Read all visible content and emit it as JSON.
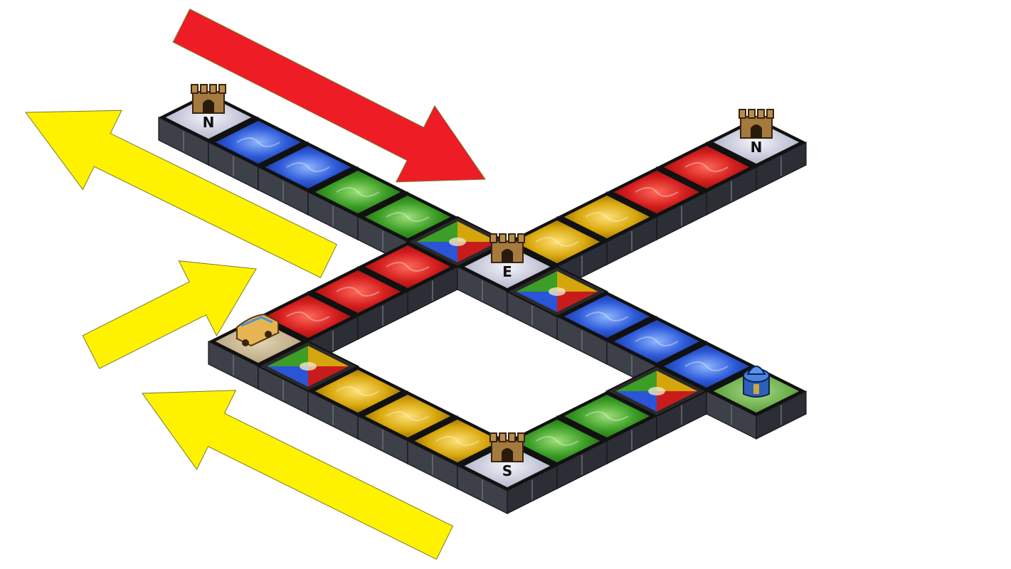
{
  "board": {
    "gates": {
      "north_west": "N",
      "north_east": "N",
      "east": "E",
      "south": "S"
    },
    "tile_colors": {
      "red": "#c81c1c",
      "blue": "#2a55d6",
      "green": "#3c9e26",
      "yellow": "#d4a60c",
      "gate": "#c9cde0",
      "sand": "#cdbb98",
      "grass": "#6fb84a",
      "border": "#111111",
      "stone": "#3d4048"
    },
    "tokens": {
      "caravan": "caravan-icon",
      "tent": "tent-icon",
      "tower": "tower-icon"
    }
  },
  "arrows": {
    "red": "#ee1c24",
    "yellow": "#fff200",
    "outline": "#7a7a30"
  }
}
